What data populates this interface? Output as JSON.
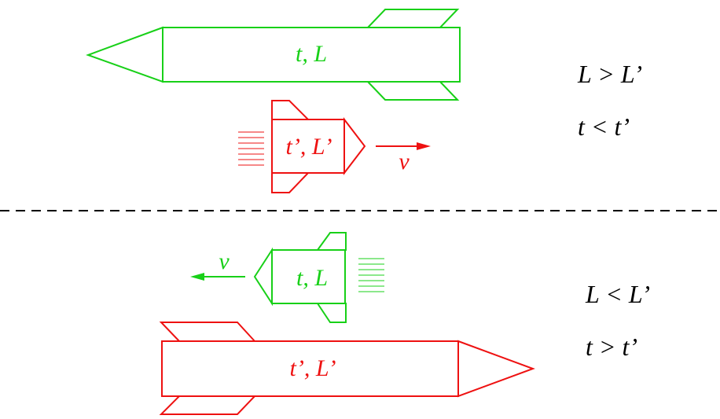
{
  "colors": {
    "green": "#18d018",
    "red": "#ee1111",
    "black": "#000000"
  },
  "top_scene": {
    "stationary_rocket": {
      "label": "t, L",
      "color": "green"
    },
    "moving_rocket": {
      "label": "t’, L’",
      "color": "red",
      "velocity_label": "v",
      "direction": "right"
    },
    "relations": [
      "L > L’",
      "t < t’"
    ]
  },
  "bottom_scene": {
    "moving_rocket": {
      "label": "t, L",
      "color": "green",
      "velocity_label": "v",
      "direction": "left"
    },
    "stationary_rocket": {
      "label": "t’, L’",
      "color": "red"
    },
    "relations": [
      "L < L’",
      "t > t’"
    ]
  }
}
